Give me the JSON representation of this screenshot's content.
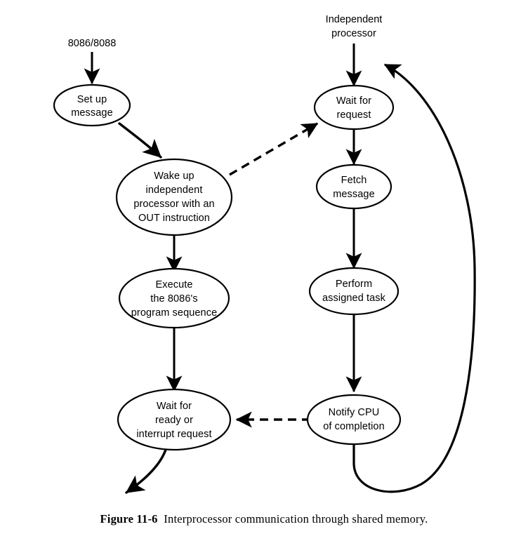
{
  "figure": {
    "caption_label": "Figure 11-6",
    "caption_text": "Interprocessor communication through shared memory.",
    "background_color": "#ffffff",
    "line_color": "#000000"
  },
  "diagram": {
    "type": "flowchart",
    "entry_labels": [
      {
        "id": "cpu-entry",
        "text_line_1": "8086/8088",
        "text_line_2": "",
        "column": "left"
      },
      {
        "id": "independent-entry",
        "text_line_1": "Independent",
        "text_line_2": "processor",
        "column": "right"
      }
    ],
    "nodes": [
      {
        "id": "set-up-message",
        "column": "left",
        "lines": [
          "Set up",
          "message"
        ]
      },
      {
        "id": "wake-up-independent-processor",
        "column": "left",
        "lines": [
          "Wake up",
          "independent",
          "processor with an",
          "OUT instruction"
        ]
      },
      {
        "id": "execute-program-sequence",
        "column": "left",
        "lines": [
          "Execute",
          "the 8086's",
          "program sequence"
        ]
      },
      {
        "id": "wait-for-ready-or-interrupt",
        "column": "left",
        "lines": [
          "Wait for",
          "ready or",
          "interrupt request"
        ]
      },
      {
        "id": "wait-for-request",
        "column": "right",
        "lines": [
          "Wait for",
          "request"
        ]
      },
      {
        "id": "fetch-message",
        "column": "right",
        "lines": [
          "Fetch",
          "message"
        ]
      },
      {
        "id": "perform-assigned-task",
        "column": "right",
        "lines": [
          "Perform",
          "assigned task"
        ]
      },
      {
        "id": "notify-cpu-of-completion",
        "column": "right",
        "lines": [
          "Notify CPU",
          "of completion"
        ]
      }
    ],
    "edges": [
      {
        "id": "entry-to-set-up-message",
        "style": "solid",
        "from": "8086/8088",
        "to": "set-up-message"
      },
      {
        "id": "set-up-to-wake-up",
        "style": "solid-curved",
        "from": "set-up-message",
        "to": "wake-up-independent-processor"
      },
      {
        "id": "wake-up-to-execute",
        "style": "solid",
        "from": "wake-up-independent-processor",
        "to": "execute-program-sequence"
      },
      {
        "id": "execute-to-wait-ready",
        "style": "solid",
        "from": "execute-program-sequence",
        "to": "wait-for-ready-or-interrupt"
      },
      {
        "id": "wait-ready-exit",
        "style": "solid-curved",
        "from": "wait-for-ready-or-interrupt",
        "to": "exit"
      },
      {
        "id": "entry-to-wait-for-request",
        "style": "solid",
        "from": "Independent processor",
        "to": "wait-for-request"
      },
      {
        "id": "wait-request-to-fetch",
        "style": "solid",
        "from": "wait-for-request",
        "to": "fetch-message"
      },
      {
        "id": "fetch-to-perform",
        "style": "solid",
        "from": "fetch-message",
        "to": "perform-assigned-task"
      },
      {
        "id": "perform-to-notify",
        "style": "solid",
        "from": "perform-assigned-task",
        "to": "notify-cpu-of-completion"
      },
      {
        "id": "wake-up-to-wait-request",
        "style": "dashed",
        "from": "wake-up-independent-processor",
        "to": "wait-for-request"
      },
      {
        "id": "notify-to-wait-ready",
        "style": "dashed",
        "from": "notify-cpu-of-completion",
        "to": "wait-for-ready-or-interrupt"
      },
      {
        "id": "notify-loop-back-to-wait-request",
        "style": "solid-loop",
        "from": "notify-cpu-of-completion",
        "to": "wait-for-request"
      }
    ]
  }
}
